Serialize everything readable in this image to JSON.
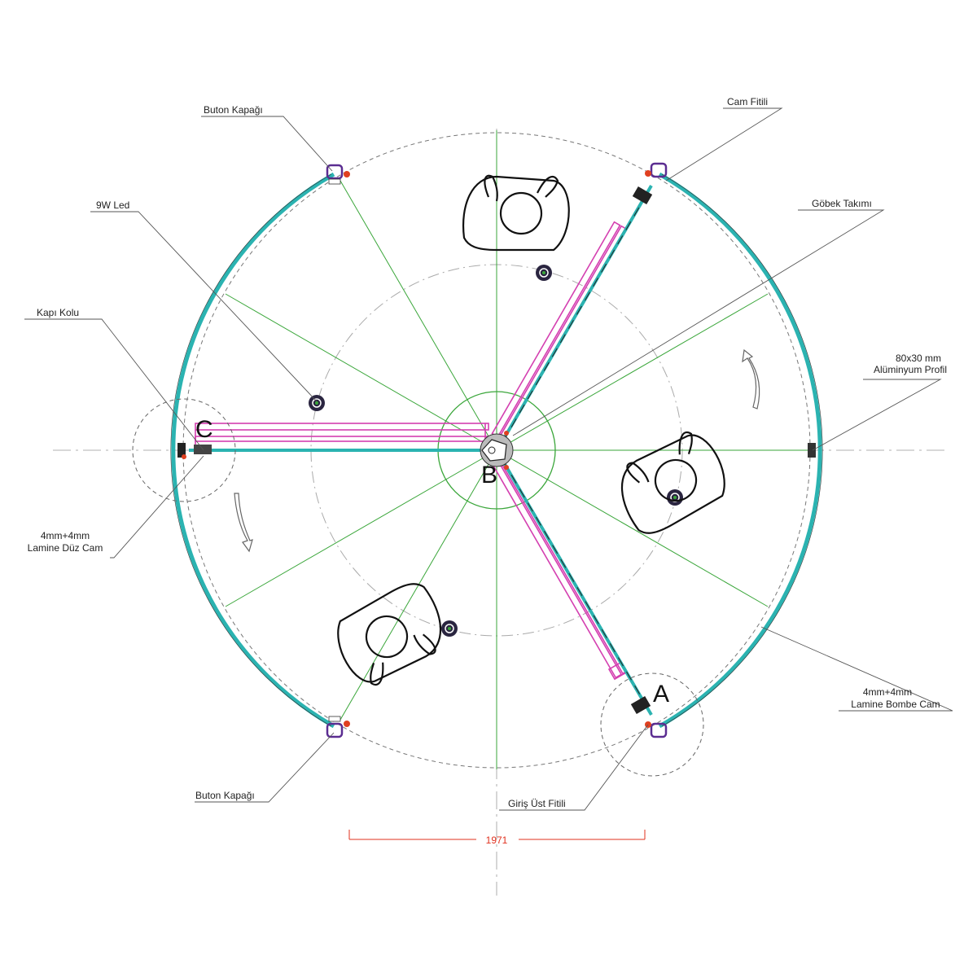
{
  "labels": {
    "buton_kapagi_top": "Buton Kapağı",
    "led": "9W Led",
    "kapi_kolu": "Kapı Kolu",
    "duz_cam_1": "4mm+4mm",
    "duz_cam_2": "Lamine Düz Cam",
    "buton_kapagi_bottom": "Buton Kapağı",
    "cam_fitili": "Cam Fitili",
    "gobek": "Göbek Takımı",
    "profil_1": "80x30 mm",
    "profil_2": "Alüminyum Profil",
    "bombe_cam_1": "4mm+4mm",
    "bombe_cam_2": "Lamine Bombe Cam",
    "giris_fitili": "Giriş Üst Fitili"
  },
  "markers": {
    "a": "A",
    "b": "B",
    "c": "C"
  },
  "dimension": {
    "value": "1971"
  },
  "colors": {
    "glass": "#2bb3b1",
    "wing": "#d43fb0",
    "guide": "#3aa63a",
    "leader": "#555555",
    "dimension": "#e0301e",
    "button": "#5b2d91",
    "seal": "#e04020"
  }
}
